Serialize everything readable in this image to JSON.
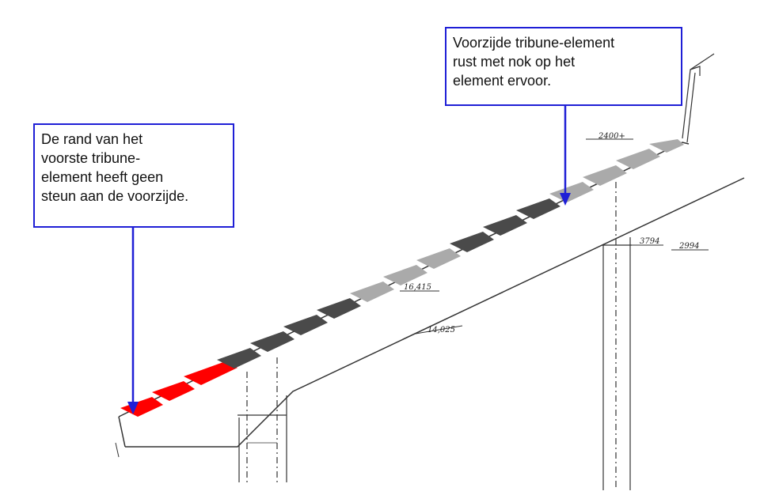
{
  "callouts": {
    "left": "De rand van het\nvoorste tribune-\nelement heeft geen\nsteun aan de voorzijde.",
    "right": "Voorzijde tribune-element\nrust met nok op het\nelement ervoor."
  },
  "dimensions": {
    "d1": "2400+",
    "d2": "3794",
    "d3": "2994",
    "d4": "16,415",
    "d5": "14,025"
  },
  "colors": {
    "callout_border": "#1f1fd6",
    "arrow": "#1f1fd6",
    "highlight_step": "#ff0000",
    "dark_step": "#4a4a4a",
    "light_step": "#aaaaaa",
    "line": "#333333"
  }
}
